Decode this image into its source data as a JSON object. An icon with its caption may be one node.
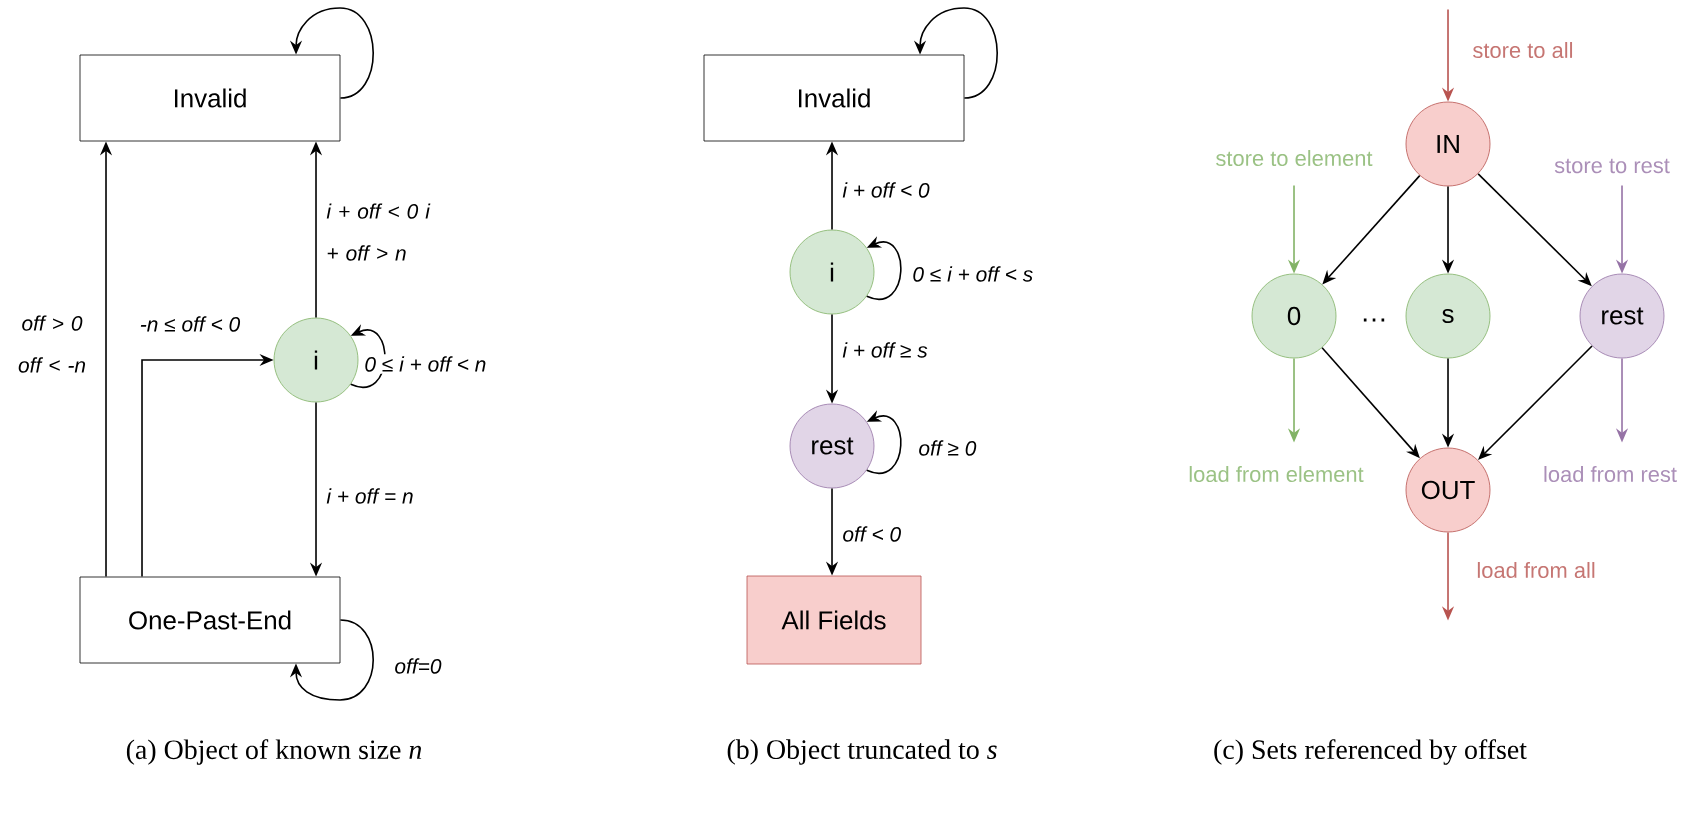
{
  "diagram": {
    "nodes": [
      {
        "text": [
          "Invalid"
        ]
      },
      {
        "text": [
          "i"
        ]
      },
      {
        "text": [
          "One-Past-End"
        ]
      },
      {
        "text": [
          "Invalid"
        ]
      },
      {
        "text": [
          "i"
        ]
      },
      {
        "text": [
          "rest"
        ]
      },
      {
        "text": [
          "All Fields"
        ]
      },
      {
        "text": [
          "IN"
        ]
      },
      {
        "text": [
          "0"
        ]
      },
      {
        "text": [
          "s"
        ]
      },
      {
        "text": [
          "rest"
        ]
      },
      {
        "text": [
          "OUT"
        ]
      }
    ],
    "edges": [
      {
        "from": 0,
        "to": 0,
        "arrow": "to"
      },
      {
        "from": 1,
        "to": 0,
        "arrow": "to",
        "label": "i + off < 0 i + off > n"
      },
      {
        "from": 1,
        "to": 1,
        "arrow": "to",
        "label": "0 ≤ i + off < n"
      },
      {
        "from": 1,
        "to": 2,
        "arrow": "to",
        "label": "i + off = n"
      },
      {
        "from": 2,
        "to": 0,
        "arrow": "to",
        "label": "off > 0 off < -n"
      },
      {
        "from": 2,
        "to": 1,
        "arrow": "to",
        "label": "-n ≤ off < 0"
      },
      {
        "from": 2,
        "to": 2,
        "arrow": "to",
        "label": "off=0"
      },
      {
        "from": 3,
        "to": 3,
        "arrow": "to"
      },
      {
        "from": 4,
        "to": 3,
        "arrow": "to",
        "label": "i + off < 0"
      },
      {
        "from": 4,
        "to": 4,
        "arrow": "to",
        "label": "0 ≤ i + off < s"
      },
      {
        "from": 4,
        "to": 5,
        "arrow": "to",
        "label": "i + off ≥ s"
      },
      {
        "from": 5,
        "to": 5,
        "arrow": "to",
        "label": "off ≥ 0"
      },
      {
        "from": 5,
        "to": 6,
        "arrow": "to",
        "label": "off < 0"
      },
      {
        "from": null,
        "to": 7,
        "arrow": "to",
        "label": "store to all",
        "color": "#b85450"
      },
      {
        "from": 7,
        "to": 8,
        "arrow": "to"
      },
      {
        "from": 7,
        "to": 9,
        "arrow": "to"
      },
      {
        "from": 7,
        "to": 10,
        "arrow": "to"
      },
      {
        "from": null,
        "to": 8,
        "arrow": "to",
        "label": "store to element",
        "color": "#82b366"
      },
      {
        "from": null,
        "to": 10,
        "arrow": "to",
        "label": "store to rest",
        "color": "#9673a6"
      },
      {
        "from": 8,
        "to": 11,
        "arrow": "to"
      },
      {
        "from": 9,
        "to": 11,
        "arrow": "to"
      },
      {
        "from": 10,
        "to": 11,
        "arrow": "to"
      },
      {
        "from": 8,
        "to": null,
        "arrow": "to",
        "label": "load from element",
        "color": "#82b366"
      },
      {
        "from": 10,
        "to": null,
        "arrow": "to",
        "label": "load from rest",
        "color": "#9673a6"
      },
      {
        "from": 11,
        "to": null,
        "arrow": "to",
        "label": "load from all",
        "color": "#b85450"
      }
    ],
    "labels": [
      "…",
      "(a) Object of known size *n*",
      "(b) Object truncated to *s*",
      "(c) Sets referenced by offset"
    ]
  }
}
